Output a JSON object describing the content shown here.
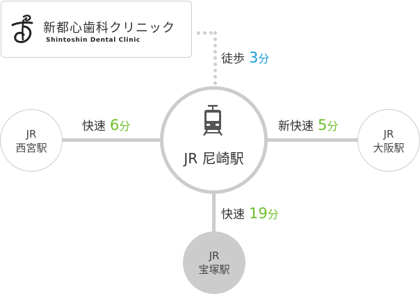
{
  "clinic": {
    "name_jp": "新都心歯科クリニック",
    "name_en": "Shintoshin Dental Clinic",
    "logo_icon": "clinic-logo-mark"
  },
  "colors": {
    "line": "#cccccc",
    "walk_accent": "#1a9ad6",
    "train_accent": "#6cbf2b",
    "text": "#333333"
  },
  "hub": {
    "icon": "train-icon",
    "label": "JR 尼崎駅"
  },
  "walk": {
    "mode": "徒歩",
    "minutes": "3",
    "unit": "分"
  },
  "routes": {
    "west": {
      "mode": "快速",
      "minutes": "6",
      "unit": "分",
      "station_line1": "JR",
      "station_line2": "西宮駅"
    },
    "east": {
      "mode": "新快速",
      "minutes": "5",
      "unit": "分",
      "station_line1": "JR",
      "station_line2": "大阪駅"
    },
    "south": {
      "mode": "快速",
      "minutes": "19",
      "unit": "分",
      "station_line1": "JR",
      "station_line2": "宝塚駅"
    }
  }
}
